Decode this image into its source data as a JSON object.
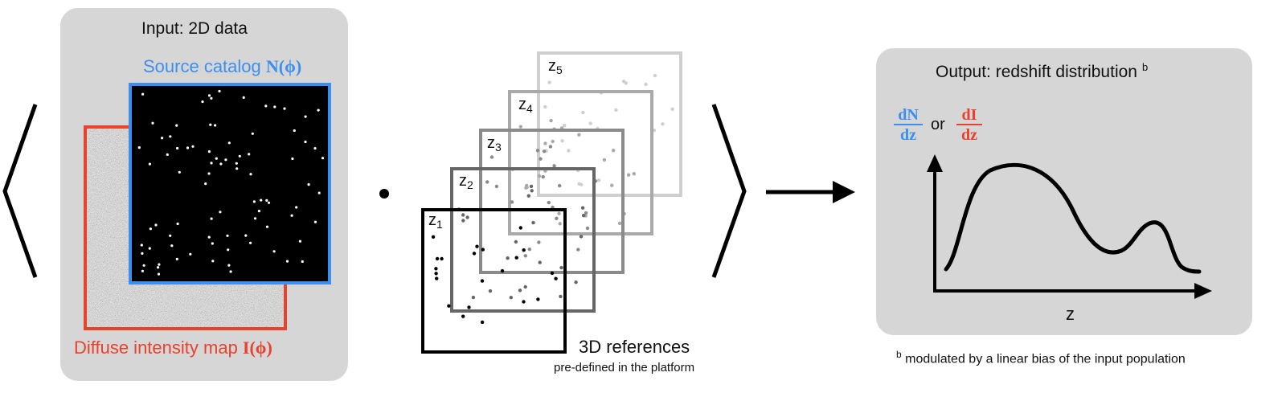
{
  "input_panel": {
    "title": "Input: 2D data",
    "source_label": "Source catalog ",
    "source_symbol": "N(ϕ)",
    "diffuse_label": "Diffuse intensity map ",
    "diffuse_symbol": "I(ϕ)"
  },
  "middle": {
    "slices": [
      "z",
      "z",
      "z",
      "z",
      "z"
    ],
    "subs": [
      "1",
      "2",
      "3",
      "4",
      "5"
    ],
    "caption": "3D references",
    "subcaption": "pre-defined in the platform"
  },
  "output_panel": {
    "title": "Output: redshift distribution",
    "title_sup": "b",
    "dN_num": "dN",
    "dN_den": "dz",
    "or": "or",
    "dI_num": "dI",
    "dI_den": "dz",
    "xlabel": "z"
  },
  "footnote": {
    "sup": "b",
    "text": " modulated by a linear bias of the input population"
  },
  "colors": {
    "source": "#3d8fef",
    "diffuse": "#e8412c",
    "panel": "#d6d6d6"
  }
}
